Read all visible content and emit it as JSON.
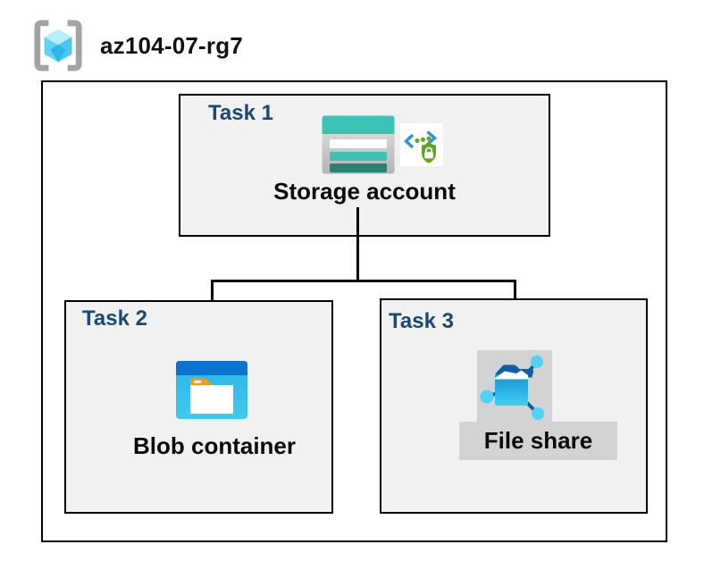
{
  "header": {
    "resource_group": "az104-07-rg7"
  },
  "tasks": [
    {
      "label": "Task 1",
      "resource": "Storage account",
      "icons": [
        "storage-account-icon",
        "sas-security-icon"
      ]
    },
    {
      "label": "Task 2",
      "resource": "Blob container",
      "icons": [
        "blob-container-icon"
      ]
    },
    {
      "label": "Task 3",
      "resource": "File share",
      "icons": [
        "file-share-icon"
      ]
    }
  ],
  "connections": [
    {
      "from": "Storage account",
      "to": "Blob container"
    },
    {
      "from": "Storage account",
      "to": "File share"
    }
  ],
  "colors": {
    "task_label_navy": "#1a4a73",
    "box_fill_gray": "#f1f1f1",
    "border_black": "#000000",
    "highlight_gray": "#d3d3d3",
    "storage_teal": "#3cc3b6",
    "storage_teal_dark": "#2a8277",
    "blob_header_blue": "#0e72cf",
    "blob_body_cyan": "#33bfea",
    "folder_tab_orange": "#f6991b",
    "fileshare_blue": "#1593d2",
    "node_cyan": "#4ed2f6",
    "stem_dark_blue": "#0d5fa8",
    "sas_chevron_blue": "#3093d6",
    "sas_shield_green": "#5fa51d",
    "rg_bracket_gray": "#a3a3a3",
    "rg_cube_cyan": "#58d5f5"
  }
}
